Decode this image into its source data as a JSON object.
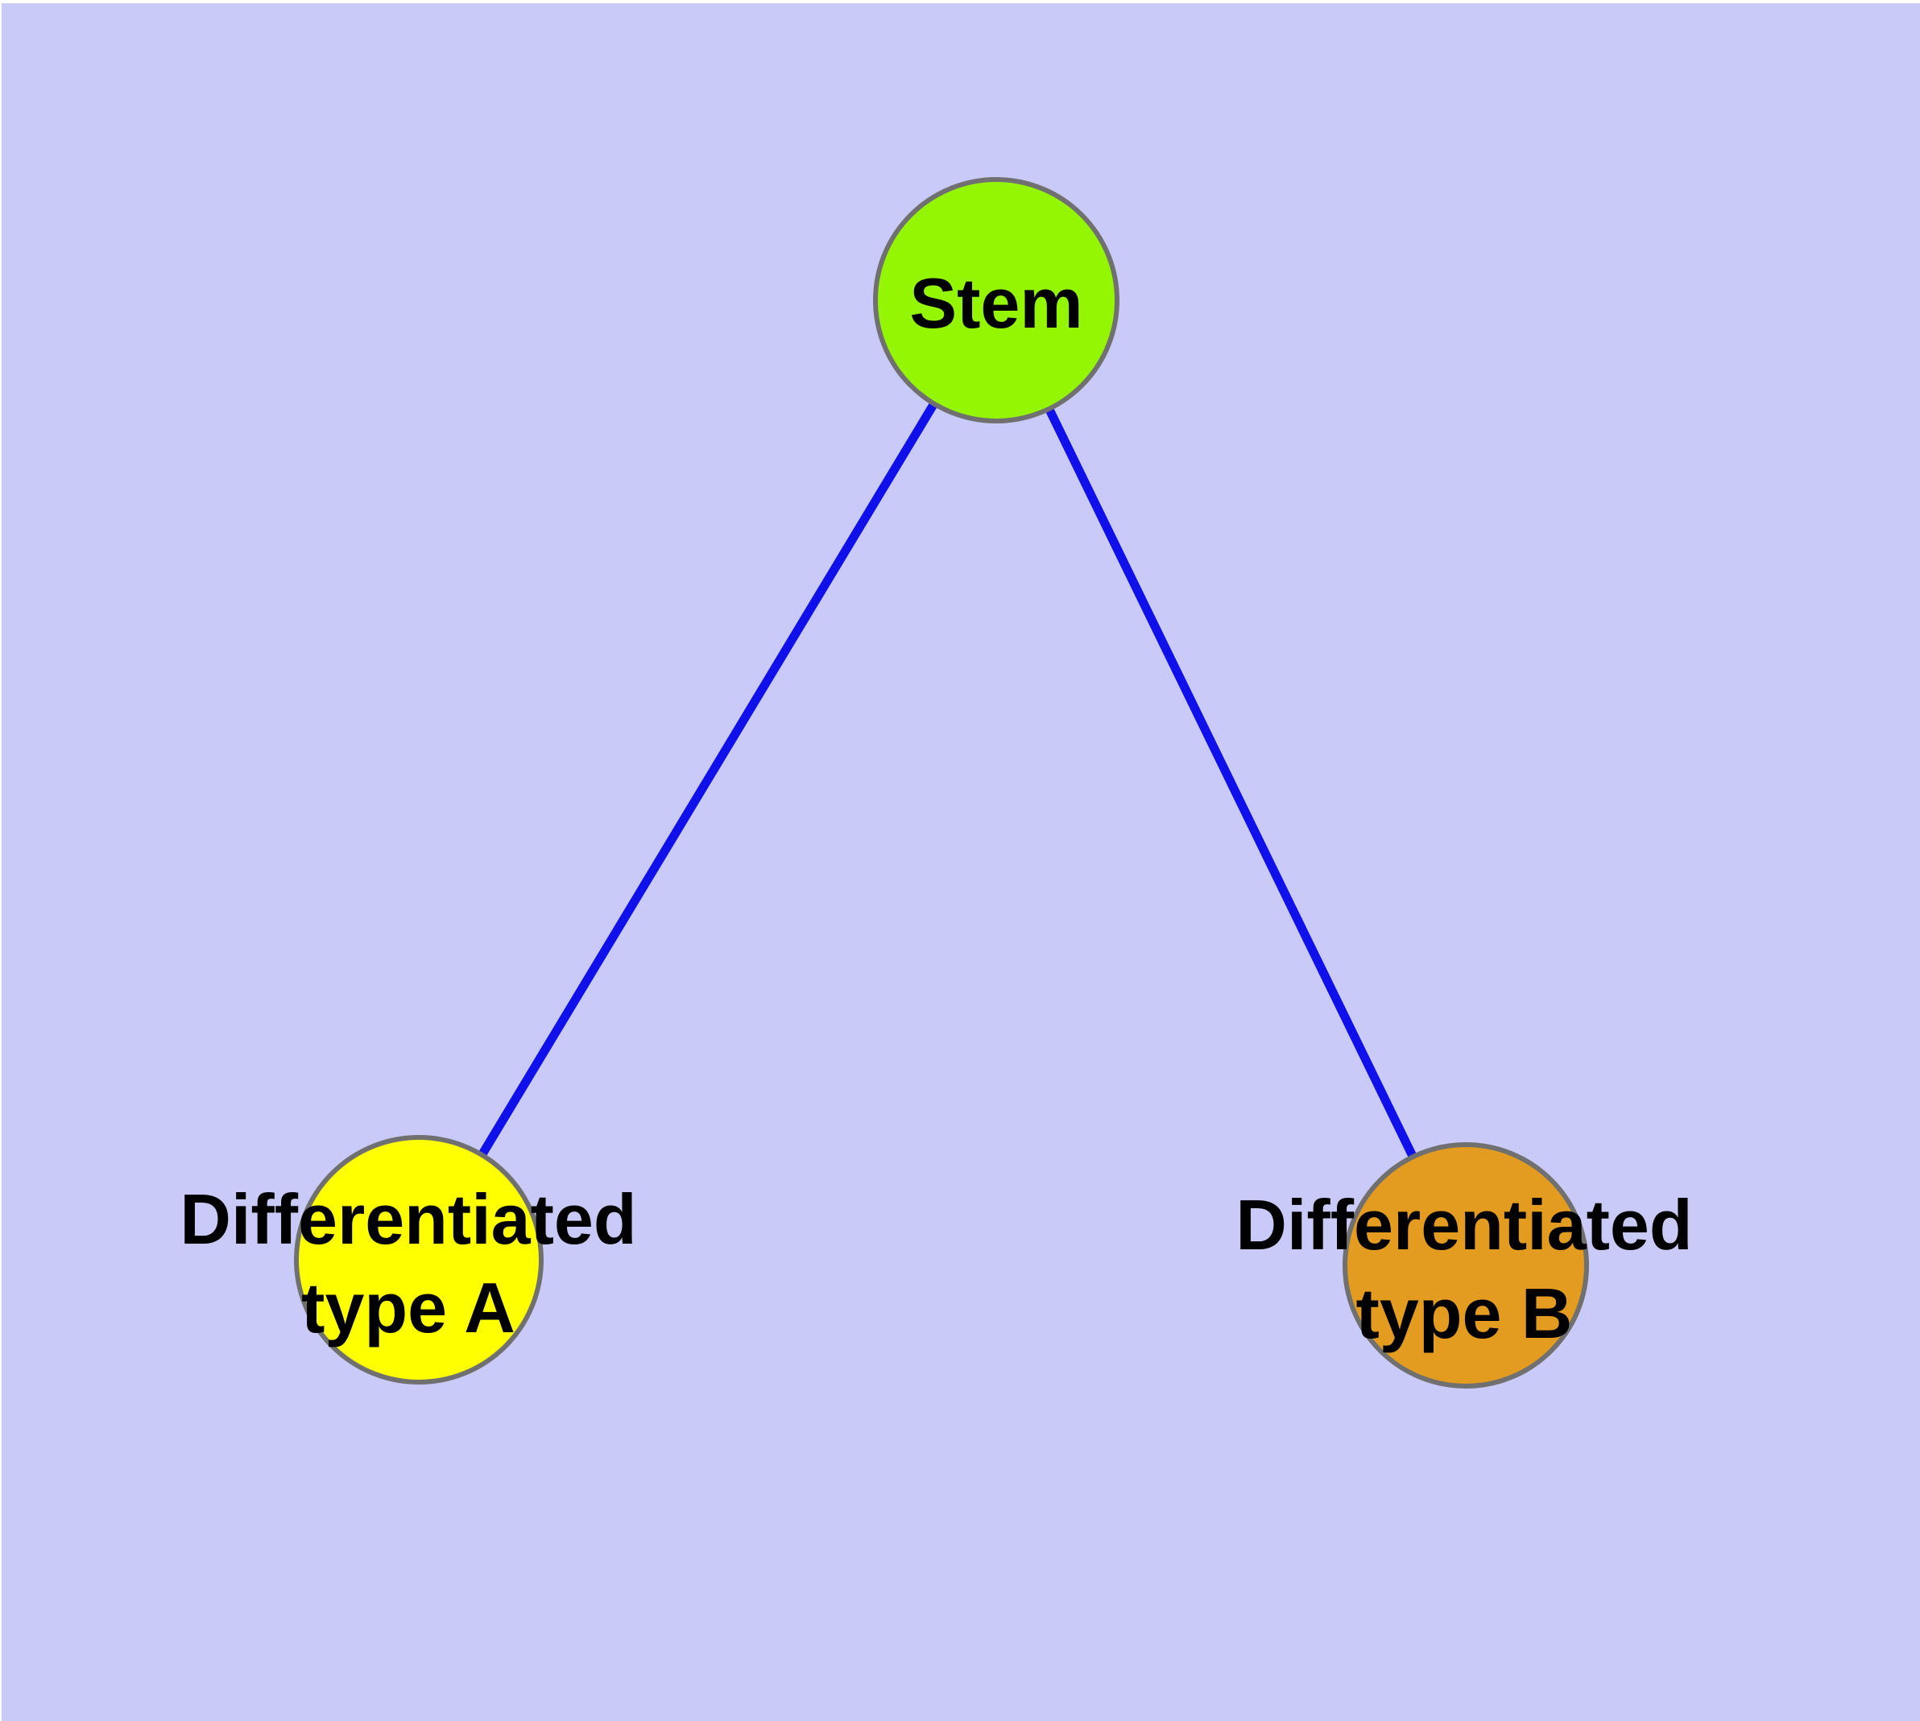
{
  "diagram": {
    "background_color": "#CACAF8",
    "margin_color": "#FFFFFF",
    "edge_color": "#1010EB",
    "node_border_color": "#707070",
    "text_color": "#000000",
    "nodes": [
      {
        "id": "stem",
        "label": "Stem",
        "lines": [
          "Stem"
        ],
        "fill": "#94F603"
      },
      {
        "id": "type-a",
        "label": "Differentiated type A",
        "lines": [
          "Differentiated",
          "type A"
        ],
        "fill": "#FFFF00"
      },
      {
        "id": "type-b",
        "label": "Differentiated type B",
        "lines": [
          "Differentiated",
          "type B"
        ],
        "fill": "#E39B20"
      }
    ],
    "edges": [
      {
        "from": "Stem",
        "to": "Differentiated type A"
      },
      {
        "from": "Stem",
        "to": "Differentiated type B"
      }
    ]
  }
}
